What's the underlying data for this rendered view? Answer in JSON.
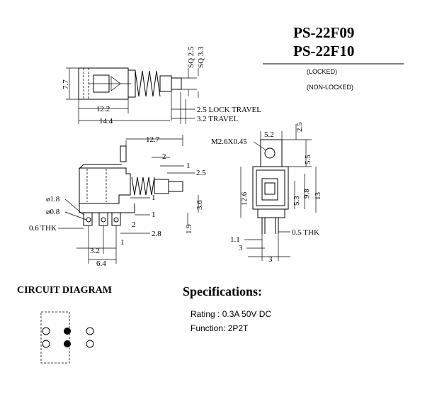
{
  "title": {
    "model_1": "PS-22F09",
    "model_2": "PS-22F10",
    "locked": "(LOCKED)",
    "non_locked": "(NON-LOCKED)"
  },
  "top_view": {
    "height": "7.7",
    "sq_small": "SQ 2.5",
    "sq_large": "SQ 3.3",
    "body_length": "12.2",
    "total_length": "14.4",
    "lock_travel": "2.5 LOCK TRAVEL",
    "travel": "3.2 TRAVEL"
  },
  "side_view": {
    "length": "12.7",
    "d2": "2",
    "d1a": "1",
    "d2_5": "2.5",
    "d1b": "1",
    "d1c": "1",
    "d2b": "2",
    "d2_8": "2.8",
    "d1_9": "1.9",
    "d3_6": "3.6",
    "hole_large": "ø1.8",
    "hole_small": "ø0.8",
    "thk": "0.6 THK",
    "d3_2": "3.2",
    "d1d": "1",
    "d6_4": "6.4"
  },
  "front_view": {
    "screw": "M2.6X0.45",
    "d5_2": "5.2",
    "d2_5": "2.5",
    "d5_5": "5.5",
    "d12_6": "12.6",
    "d5_3": "5.3",
    "d9_8": "9.8",
    "d13": "13",
    "d1_1": "1.1",
    "d3a": "3",
    "d3b": "3",
    "thk": "0.5 THK"
  },
  "circuit": {
    "heading": "CIRCUIT DIAGRAM"
  },
  "specs": {
    "heading": "Specifications:",
    "rating": "Rating : 0.3A 50V DC",
    "function": "Function: 2P2T"
  }
}
